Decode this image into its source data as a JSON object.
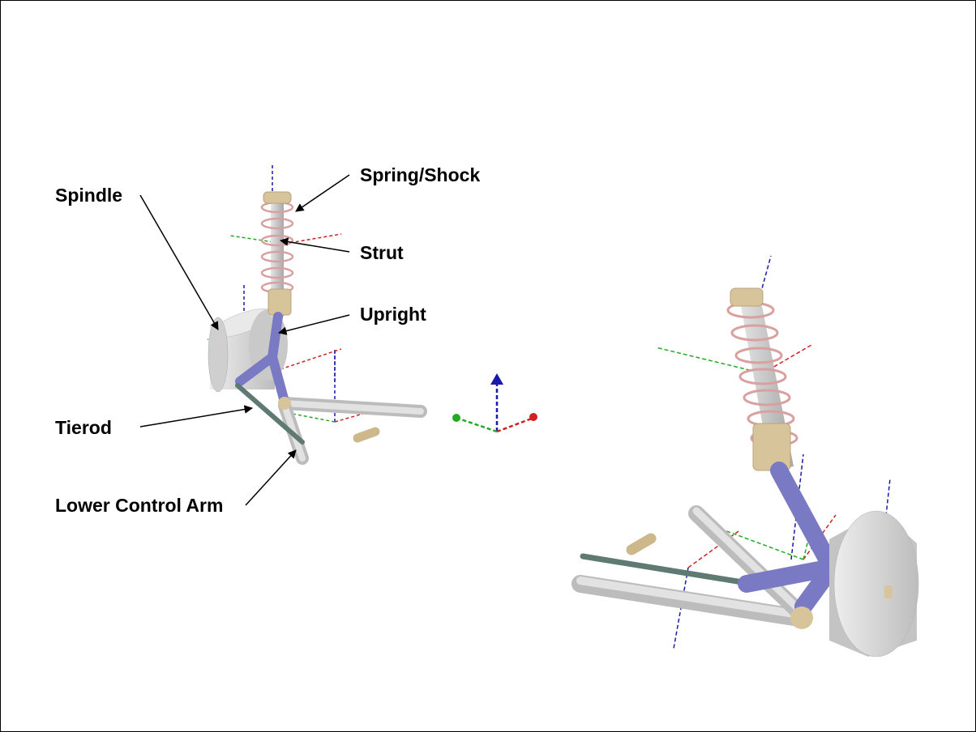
{
  "labels": {
    "spring_shock": "Spring/Shock",
    "strut": "Strut",
    "upright": "Upright",
    "spindle": "Spindle",
    "tierod": "Tierod",
    "lower_control_arm": "Lower Control Arm"
  },
  "colors": {
    "strut": "#c8c8c8",
    "spring": "#d9a0a0",
    "mount": "#d8c49a",
    "upright": "#7a7ac4",
    "tierod": "#5e7a72",
    "wheel": "#d4d4d4",
    "axis_x": "#cc2222",
    "axis_y": "#22aa22",
    "axis_z": "#1a1aaa",
    "arrow": "#000000"
  }
}
